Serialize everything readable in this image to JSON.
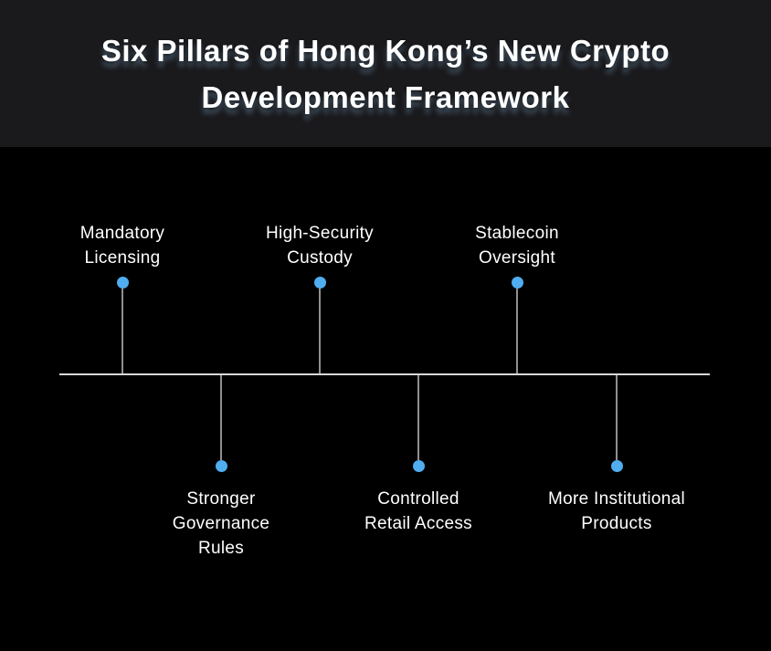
{
  "header": {
    "title": "Six Pillars of Hong Kong’s New Crypto Development Framework",
    "title_line1": "Six Pillars of Hong Kong’s New Crypto",
    "title_line2": "Development Framework"
  },
  "pillars": [
    {
      "label": "Mandatory\nLicensing",
      "side": "top"
    },
    {
      "label": "Stronger\nGovernance\nRules",
      "side": "bottom"
    },
    {
      "label": "High-Security\nCustody",
      "side": "top"
    },
    {
      "label": "Controlled\nRetail Access",
      "side": "bottom"
    },
    {
      "label": "Stablecoin\nOversight",
      "side": "top"
    },
    {
      "label": "More Institutional\nProducts",
      "side": "bottom"
    }
  ],
  "colors": {
    "header_background": "#1a1a1d",
    "body_background": "#000000",
    "title_text": "#ffffff",
    "label_text": "#ffffff",
    "dot": "#4fadf0",
    "axis_line": "#d8d8d8",
    "connector_line": "#909090"
  }
}
